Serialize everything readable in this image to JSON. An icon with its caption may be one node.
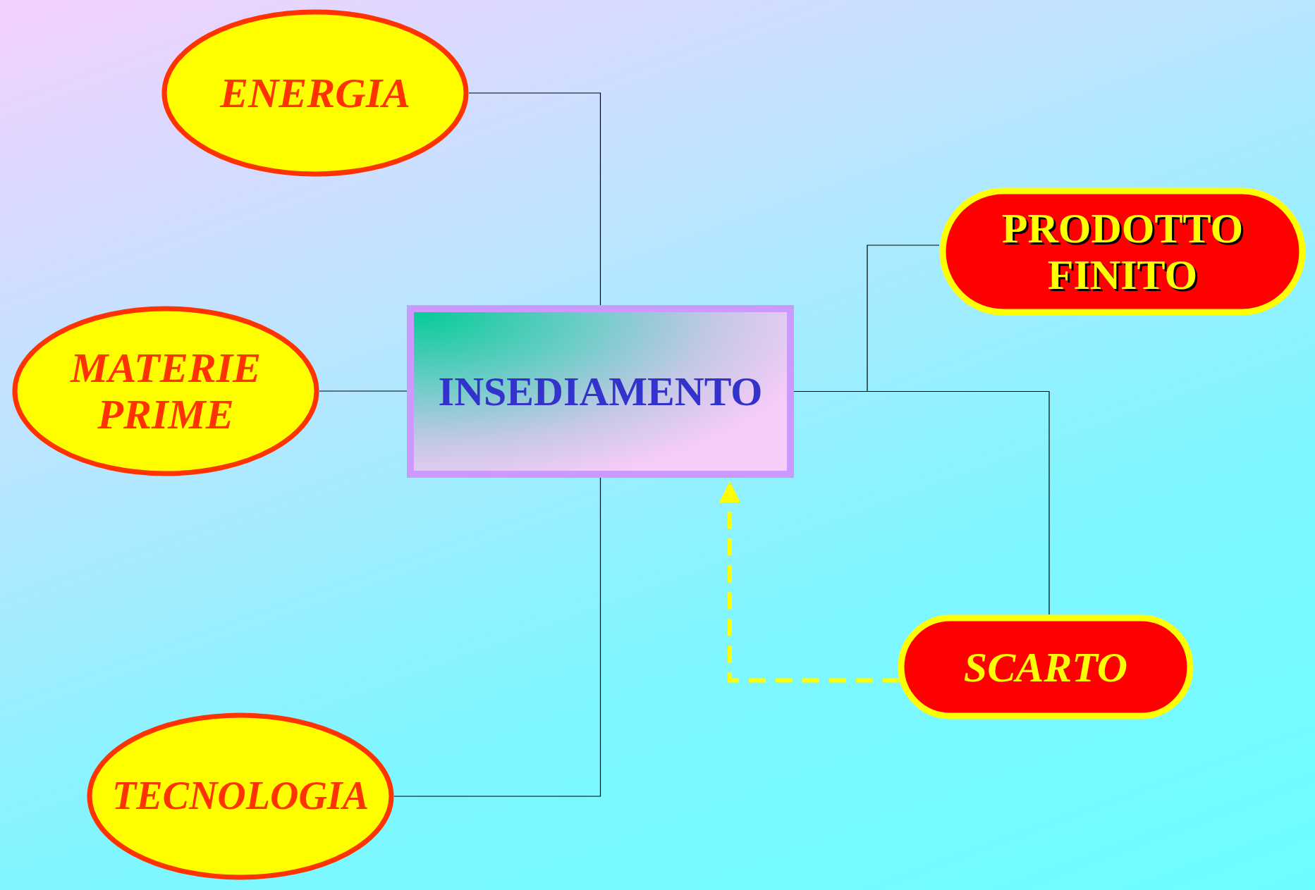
{
  "diagram": {
    "nodes": [
      {
        "text": [
          "ENERGIA"
        ]
      },
      {
        "text": [
          "PRODOTTO FINITO"
        ]
      },
      {
        "text": [
          "MATERIE PRIME"
        ]
      },
      {
        "text": [
          "INSEDIAMENTO"
        ]
      },
      {
        "text": [
          "SCARTO"
        ]
      },
      {
        "text": [
          "TECNOLOGIA"
        ]
      }
    ],
    "edges": [
      {
        "from": 0,
        "to": 3,
        "arrow": "none"
      },
      {
        "from": 2,
        "to": 3,
        "arrow": "none"
      },
      {
        "from": 5,
        "to": 3,
        "arrow": "none"
      },
      {
        "from": 3,
        "to": 1,
        "arrow": "none"
      },
      {
        "from": 3,
        "to": 4,
        "arrow": "none"
      },
      {
        "from": 4,
        "to": 3,
        "arrow": "to",
        "style": "dashed",
        "color": "#ffff00"
      }
    ]
  }
}
